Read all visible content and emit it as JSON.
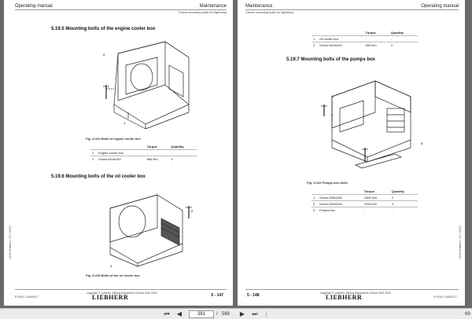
{
  "left_page": {
    "header_left": "Operating manual",
    "header_right": "Maintenance",
    "header_sub": "Check mounting bolts for tightness",
    "section1_title": "5.19.5    Mounting bolts of the engine cooler box",
    "fig1_caption": "Fig. 5-124  Bolts of engine cooler box",
    "fig1_callouts": [
      "1",
      "2"
    ],
    "table1": {
      "headers": [
        "",
        "",
        "Torque",
        "Quantity"
      ],
      "rows": [
        [
          "1",
          "Engine cooler box",
          "-",
          "-"
        ],
        [
          "2",
          "Screw M24x240",
          "965 Nm",
          "4"
        ]
      ]
    },
    "section2_title": "5.19.6    Mounting bolts of the oil cooler box",
    "fig2_caption": "Fig. 5-125  Bolts of the oil cooler box",
    "fig2_callouts": [
      "1",
      "2"
    ],
    "side_text": "LiDoc/Edition: 12 / 2020",
    "footer_copy": "copyright © Liebherr-Mining Equipment Colmar SAS 2020",
    "footer_doc": "R 9200 / 11600477",
    "page_number": "5 - 147",
    "logo": "LIEBHERR"
  },
  "right_page": {
    "header_left": "Maintenance",
    "header_right": "Operating manual",
    "header_sub": "Check mounting bolts for tightness",
    "table0": {
      "headers": [
        "",
        "",
        "Torque",
        "Quantity"
      ],
      "rows": [
        [
          "1",
          "Oil cooler box",
          "-",
          "-"
        ],
        [
          "2",
          "Screw M24x240",
          "965 Nm",
          "4"
        ]
      ]
    },
    "section_title": "5.19.7    Mounting bolts of the pumps box",
    "fig_caption": "Fig. 5-126  Pumps box bolts",
    "fig_callouts": [
      "1",
      "2",
      "3"
    ],
    "table1": {
      "headers": [
        "",
        "",
        "Torque",
        "Quantity"
      ],
      "rows": [
        [
          "1",
          "Screw M30x250",
          "1928 Nm",
          "2"
        ],
        [
          "2",
          "Screw M30x230",
          "1928 Nm",
          "4"
        ],
        [
          "3",
          "Pumps box",
          "-",
          "-"
        ]
      ]
    },
    "side_text": "LiDoc/Edition: 12 / 2020",
    "footer_copy": "copyright © Liebherr-Mining Equipment Colmar SAS 2020",
    "footer_doc": "R 9200 / 11600477",
    "page_number": "5 - 148",
    "logo": "LIEBHERR"
  },
  "toolbar": {
    "first_icon": "first-page-icon",
    "prev_icon": "prev-page-icon",
    "current_page": "381",
    "separator": "/",
    "total_pages": "568",
    "next_icon": "next-page-icon",
    "last_icon": "last-page-icon",
    "zoom": "69"
  }
}
